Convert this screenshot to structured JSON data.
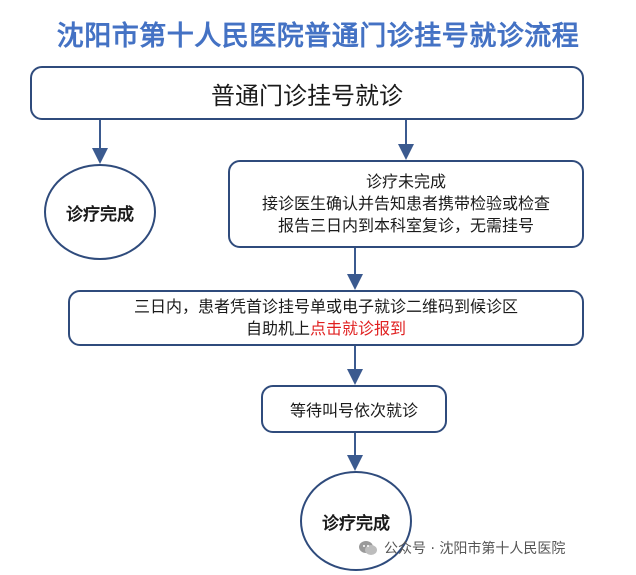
{
  "title": "沈阳市第十人民医院普通门诊挂号就诊流程",
  "top_box": "普通门诊挂号就诊",
  "left_circle": "诊疗完成",
  "incomplete": {
    "line1": "诊疗未完成",
    "line2": "接诊医生确认并告知患者携带检验或检查",
    "line3": "报告三日内到本科室复诊，无需挂号"
  },
  "checkin": {
    "line1": "三日内，患者凭首诊挂号单或电子就诊二维码到候诊区",
    "line2_prefix": "自助机上",
    "line2_highlight": "点击就诊报到"
  },
  "wait": "等待叫号依次就诊",
  "bottom_circle": "诊疗完成",
  "watermark": {
    "icon": "wechat-icon",
    "text": "公众号 · 沈阳市第十人民医院"
  },
  "colors": {
    "title": "#4472c4",
    "border": "#2f4b7c",
    "arrow": "#3b5a8f",
    "highlight": "#e02020"
  }
}
